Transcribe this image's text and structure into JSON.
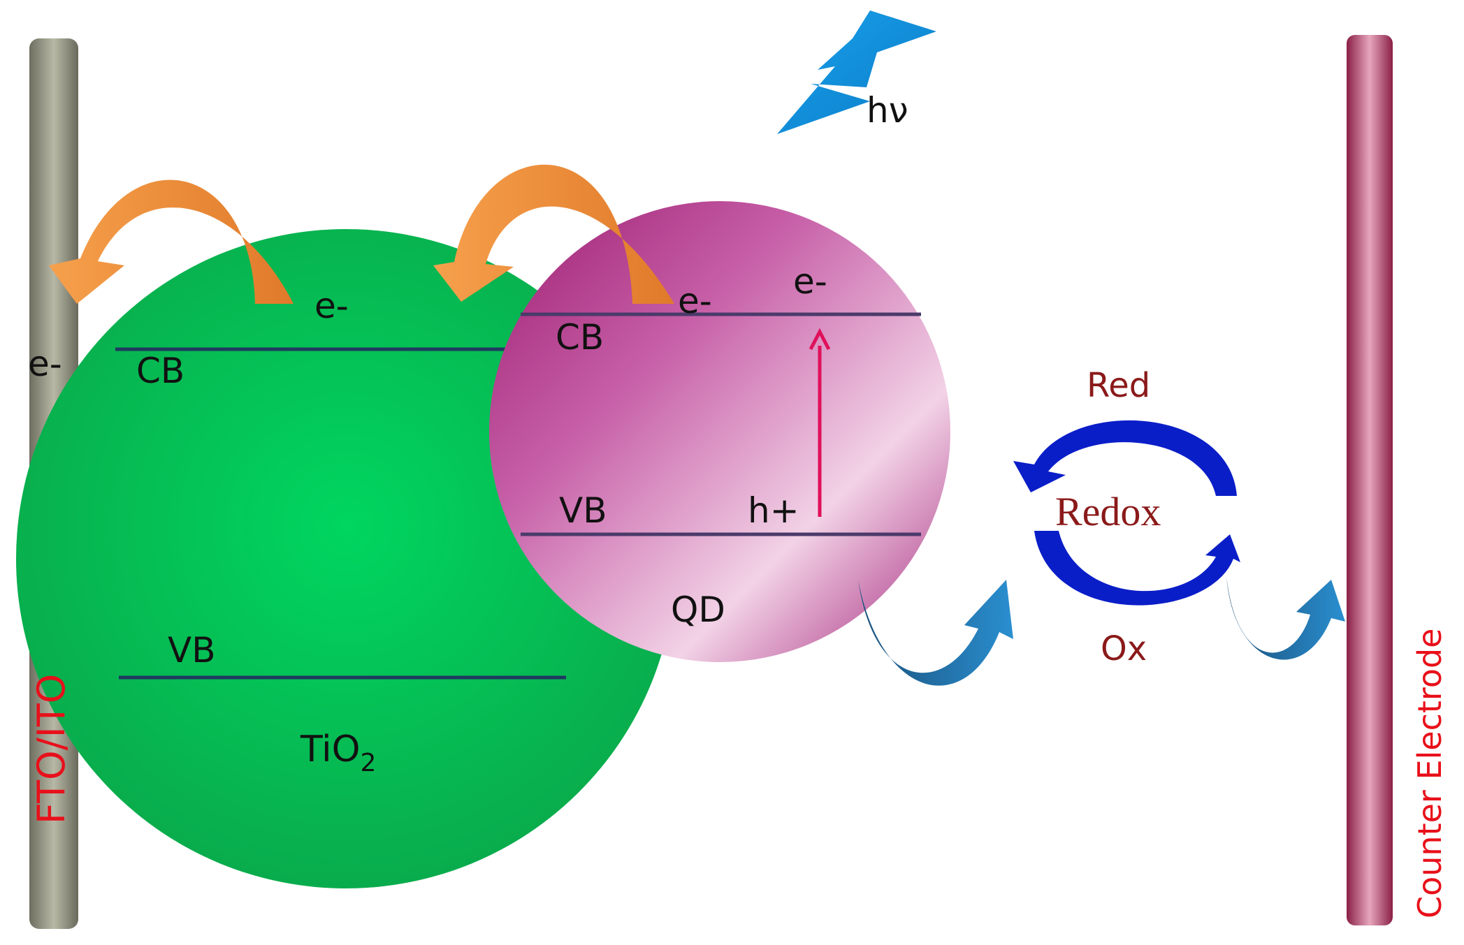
{
  "labels": {
    "electrode_left": "FTO/ITO",
    "electrode_right": "Counter Electrode",
    "light": "hν",
    "tio2_main": "TiO",
    "tio2_sub": "2",
    "tio2_cb": "CB",
    "tio2_vb": "VB",
    "tio2_electron": "e-",
    "electrode_electron": "e-",
    "qd_name": "QD",
    "qd_cb": "CB",
    "qd_vb": "VB",
    "qd_electron_left": "e-",
    "qd_electron_right": "e-",
    "qd_hole": "h+",
    "redox_center": "Redox",
    "redox_red": "Red",
    "redox_ox": "Ox"
  },
  "colors": {
    "tio2": "#00c853",
    "qd": "#c2378f",
    "transfer_arrow": "#f0923a",
    "redox_arrow": "#0a1ec8",
    "flow_arrow": "#1f77b4",
    "electrode_left": "#9a9a88",
    "electrode_right": "#b5406a",
    "excitation_arrow": "#e0105a",
    "label_red": "#e8101a",
    "label_dark_red": "#8b1a1a"
  }
}
